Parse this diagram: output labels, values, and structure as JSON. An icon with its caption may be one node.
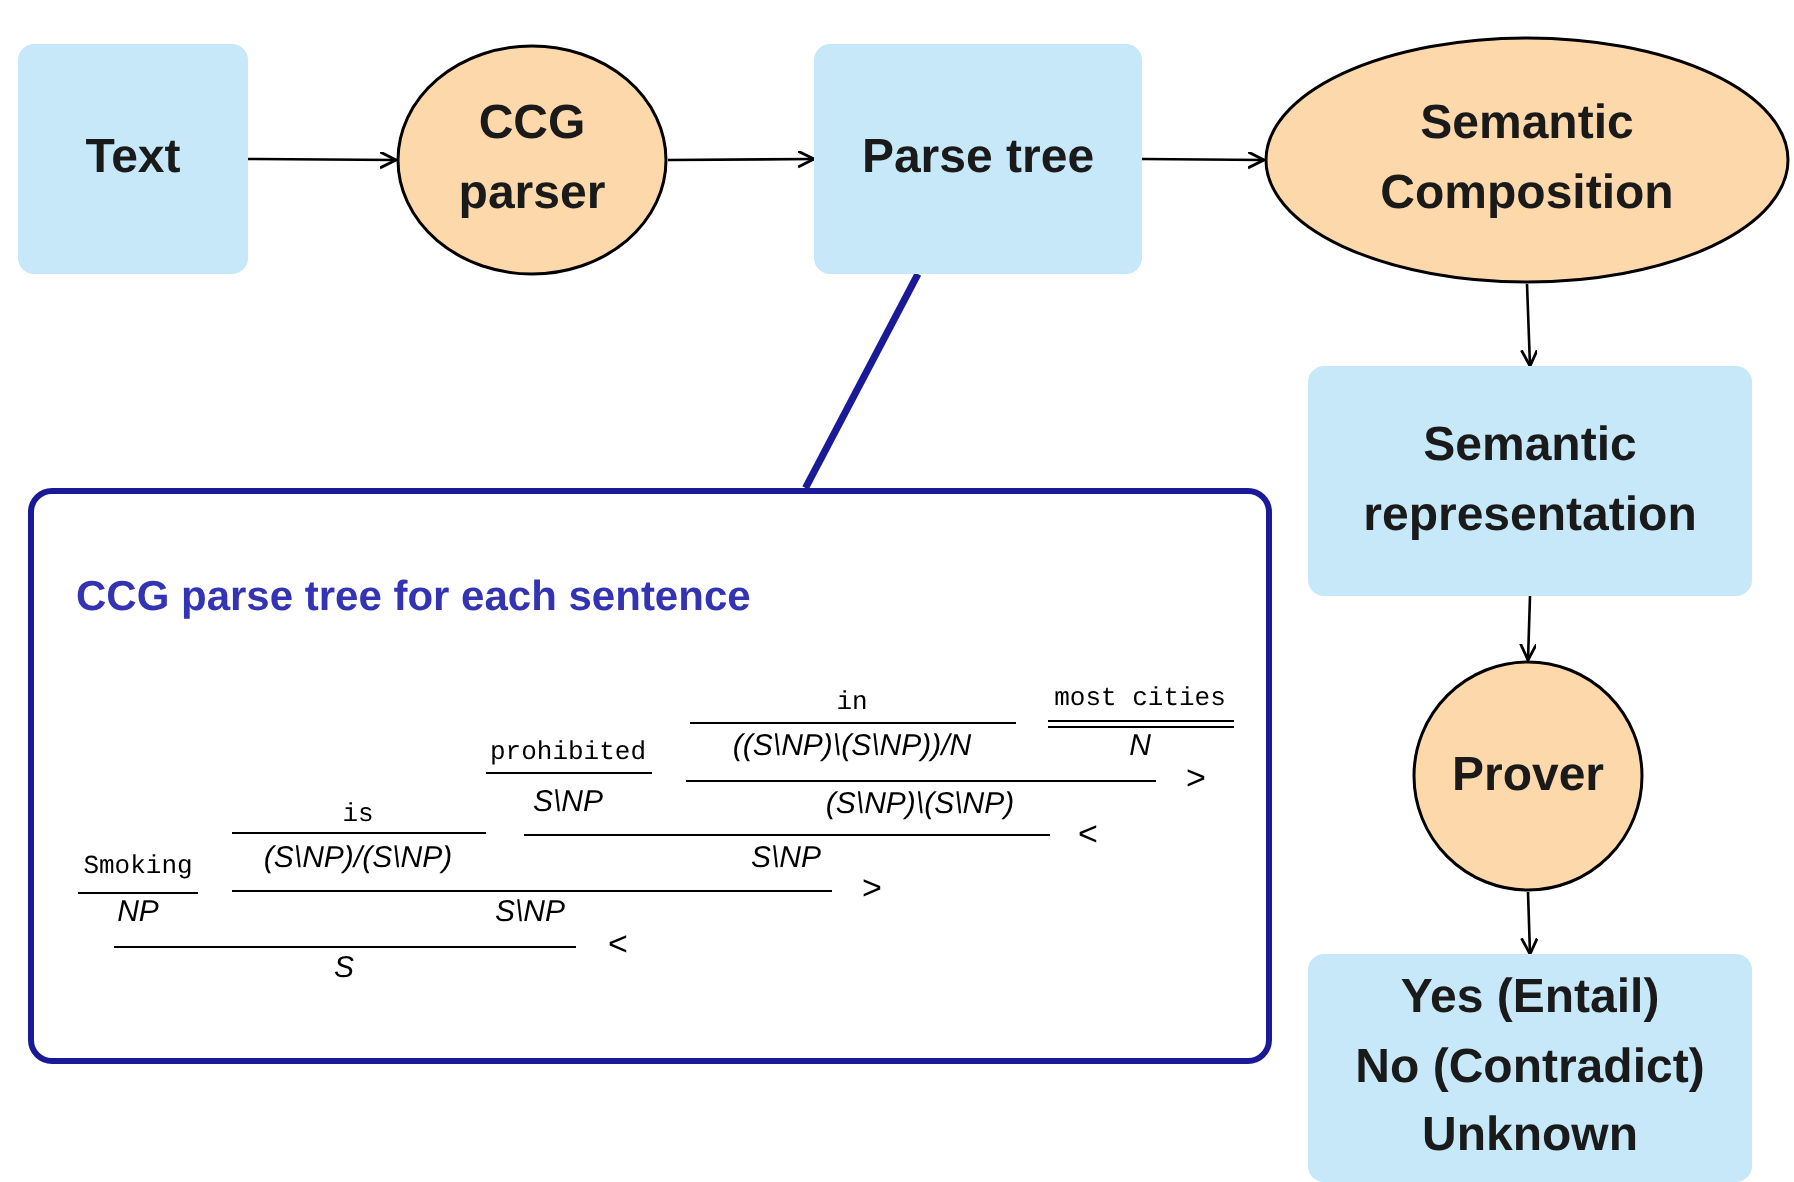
{
  "diagram": {
    "nodes": [
      {
        "text": [
          "Text"
        ]
      },
      {
        "text": [
          "CCG parser"
        ]
      },
      {
        "text": [
          "Parse tree"
        ]
      },
      {
        "text": [
          "Semantic Composition"
        ]
      },
      {
        "text": [
          "Semantic representation"
        ]
      },
      {
        "text": [
          "Prover"
        ]
      },
      {
        "text": [
          "Yes (Entail)",
          "No (Contradict)",
          "Unknown"
        ]
      },
      {
        "text": [
          "CCG parse tree for each sentence"
        ]
      }
    ],
    "edges": [
      {
        "from": 0,
        "to": 1,
        "arrow": "to"
      },
      {
        "from": 1,
        "to": 2,
        "arrow": "to"
      },
      {
        "from": 2,
        "to": 3,
        "arrow": "to"
      },
      {
        "from": 3,
        "to": 4,
        "arrow": "to"
      },
      {
        "from": 4,
        "to": 5,
        "arrow": "to"
      },
      {
        "from": 5,
        "to": 6,
        "arrow": "to"
      },
      {
        "from": 2,
        "to": 7,
        "arrow": "none",
        "style": "thick",
        "color": "#1a1a99"
      }
    ],
    "labels": [
      "in",
      "most cities",
      "prohibited",
      "((S\\NP)\\(S\\NP))/N",
      "N",
      ">",
      "is",
      "S\\NP",
      "(S\\NP)\\(S\\NP)",
      "<",
      "Smoking",
      "(S\\NP)/(S\\NP)",
      "S\\NP",
      ">",
      "NP",
      "S\\NP",
      "<",
      "S"
    ]
  }
}
